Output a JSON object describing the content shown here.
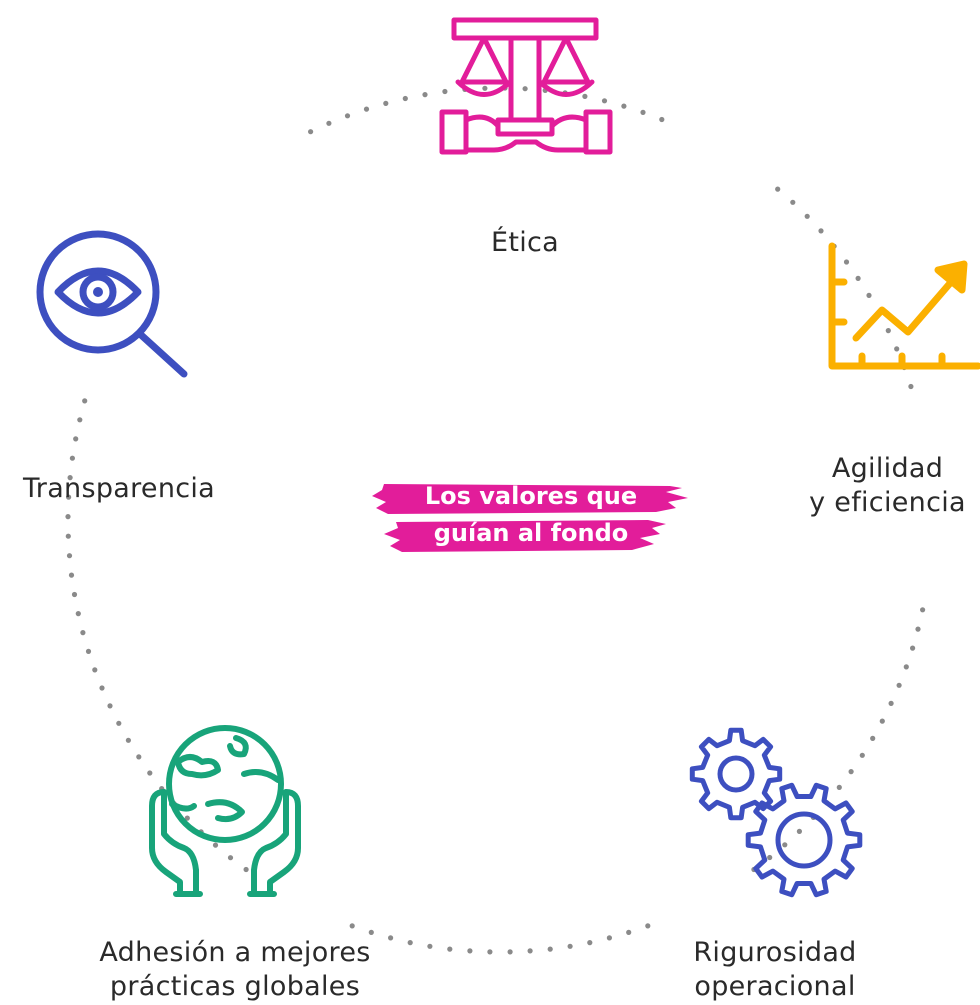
{
  "center": {
    "line1": "Los valores que",
    "line2": "guían al fondo"
  },
  "values": [
    {
      "label_lines": [
        "Ética"
      ],
      "icon": "scales-of-justice-in-hands-icon",
      "color": "#e21d9a"
    },
    {
      "label_lines": [
        "Agilidad",
        "y eficiencia"
      ],
      "icon": "rising-chart-icon",
      "color": "#fbb000"
    },
    {
      "label_lines": [
        "Rigurosidad",
        "operacional"
      ],
      "icon": "gears-icon",
      "color": "#3d4fc0"
    },
    {
      "label_lines": [
        "Adhesión a mejores",
        "prácticas globales"
      ],
      "icon": "globe-in-hands-icon",
      "color": "#18a47a"
    },
    {
      "label_lines": [
        "Transparencia"
      ],
      "icon": "magnifying-eye-icon",
      "color": "#3d4fc0"
    }
  ],
  "colors": {
    "dots": "#8a8a8a",
    "badge": "#e21d9a"
  }
}
